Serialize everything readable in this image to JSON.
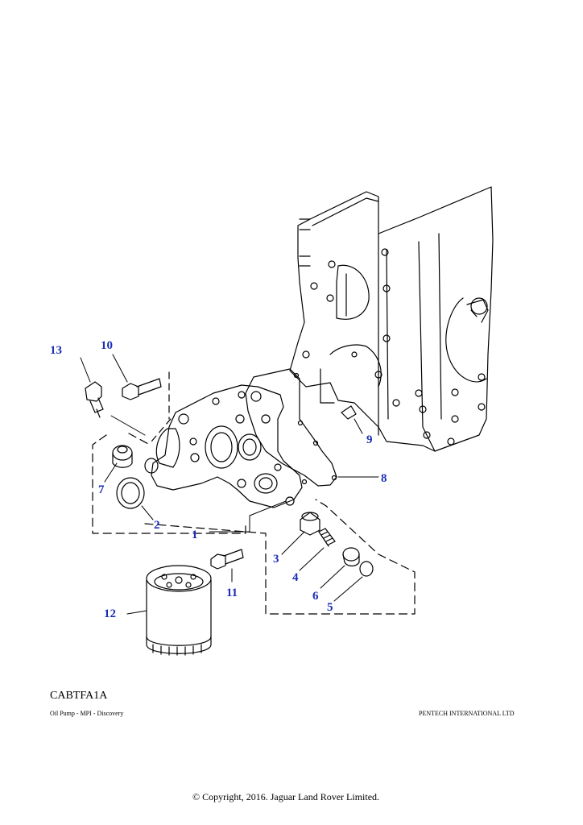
{
  "diagram": {
    "code": "CABTFA1A",
    "caption": "Oil Pump - MPI - Discovery",
    "publisher": "PENTECH INTERNATIONAL LTD",
    "copyright": "© Copyright, 2016. Jaguar Land Rover Limited.",
    "callout_color": "#1a2fb5",
    "callouts": [
      "1",
      "2",
      "3",
      "4",
      "5",
      "6",
      "7",
      "8",
      "9",
      "10",
      "11",
      "12",
      "13"
    ],
    "parts": [
      {
        "id": "engine-block",
        "icon": "engine-block-icon"
      },
      {
        "id": "oil-pump-body",
        "icon": "oil-pump-icon"
      },
      {
        "id": "gasket",
        "icon": "gasket-icon"
      },
      {
        "id": "oil-filter",
        "icon": "oil-filter-icon"
      }
    ]
  }
}
